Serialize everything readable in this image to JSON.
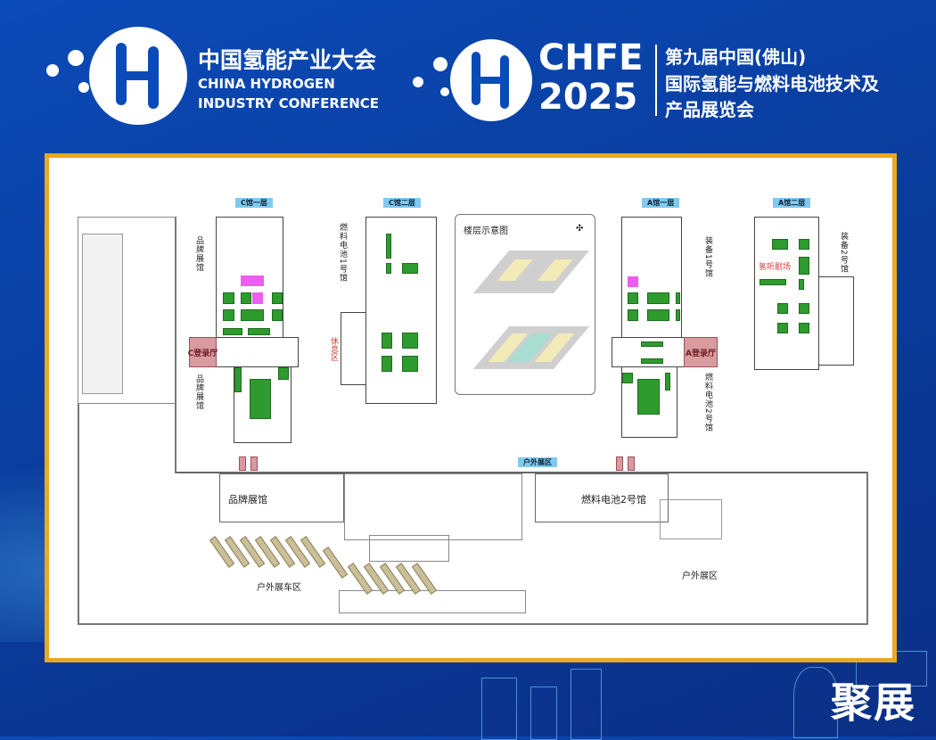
{
  "header": {
    "conference_cn": "中国氢能产业大会",
    "conference_en_1": "CHINA HYDROGEN",
    "conference_en_2": "INDUSTRY CONFERENCE",
    "event_short": "CHFE",
    "event_year": "2025",
    "expo_line_1": "第九届中国(佛山)",
    "expo_line_2": "国际氢能与燃料电池技术及",
    "expo_line_3": "产品展览会"
  },
  "map": {
    "tags": {
      "c1": "C馆一层",
      "c2": "C馆二层",
      "a1": "A馆一层",
      "a2": "A馆二层",
      "outdoor_top": "户外展区"
    },
    "halls": {
      "brand_upper": "品牌展馆",
      "brand_lower": "品牌展馆",
      "fuel_cell_1": "燃料电池1号馆",
      "equipment_1": "装备1号馆",
      "equipment_2": "装备2号馆",
      "fuel_cell_2_vertical": "燃料电池2号馆"
    },
    "c_lobby": "C登录厅",
    "a_lobby": "A登录厅",
    "rest_area": "休息区",
    "theater": "氢听剧场",
    "floor_schematic_title": "楼层示意图",
    "bottom": {
      "brand_hall": "品牌展馆",
      "fuel_cell_2": "燃料电池2号馆",
      "outdoor_car_area": "户外展车区",
      "outdoor_area": "户外展区"
    }
  },
  "footer": {
    "brand": "聚展"
  },
  "colors": {
    "background": "#0b4bb8",
    "border": "#e9a824",
    "booth": "#2e9b2e",
    "lobby": "#d89ba0",
    "tag": "#7fcaf0"
  }
}
